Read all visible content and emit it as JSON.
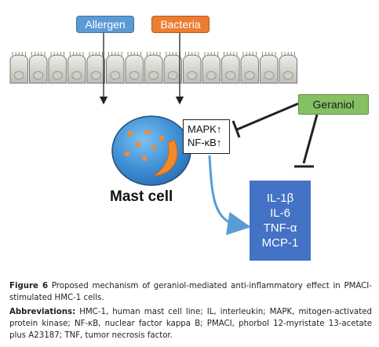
{
  "diagram": {
    "stimuli": [
      "Allergen",
      "Bacteria"
    ],
    "inhibitor": "Geraniol",
    "signals": [
      "MAPK↑",
      "NF-κB↑"
    ],
    "cell_label": "Mast cell",
    "cytokines": [
      "IL-1β",
      "IL-6",
      "TNF-α",
      "MCP-1"
    ],
    "colors": {
      "allergen": "#5b9bd5",
      "bacteria": "#ed7d31",
      "geraniol": "#84c163",
      "cytokine_box": "#4472c4",
      "mast_cell": "#3f8fd6",
      "epithelium": "#d9d9d3"
    }
  },
  "caption": {
    "figure_label": "Figure 6",
    "figure_text": "Proposed mechanism of geraniol-mediated anti-inflammatory effect in PMACI-stimulated HMC-1 cells.",
    "abbr_label": "Abbreviations:",
    "abbr_text": "HMC-1, human mast cell line; IL, interleukin; MAPK, mitogen-activated protein kinase; NF-κB, nuclear factor kappa B; PMACI, phorbol 12-myristate 13-acetate plus A23187; TNF, tumor necrosis factor."
  }
}
